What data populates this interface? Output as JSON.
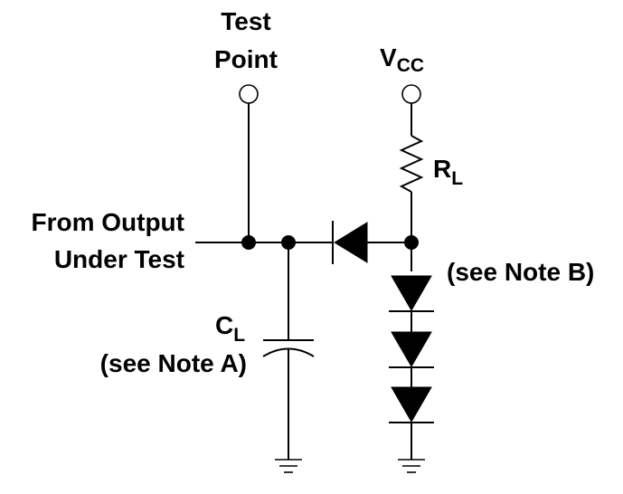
{
  "labels": {
    "test_point_line1": "Test",
    "test_point_line2": "Point",
    "vcc_main": "V",
    "vcc_sub": "CC",
    "rl_main": "R",
    "rl_sub": "L",
    "from_output_line1": "From Output",
    "from_output_line2": "Under Test",
    "note_b": "(see Note B)",
    "cl_main": "C",
    "cl_sub": "L",
    "note_a": "(see Note A)"
  }
}
